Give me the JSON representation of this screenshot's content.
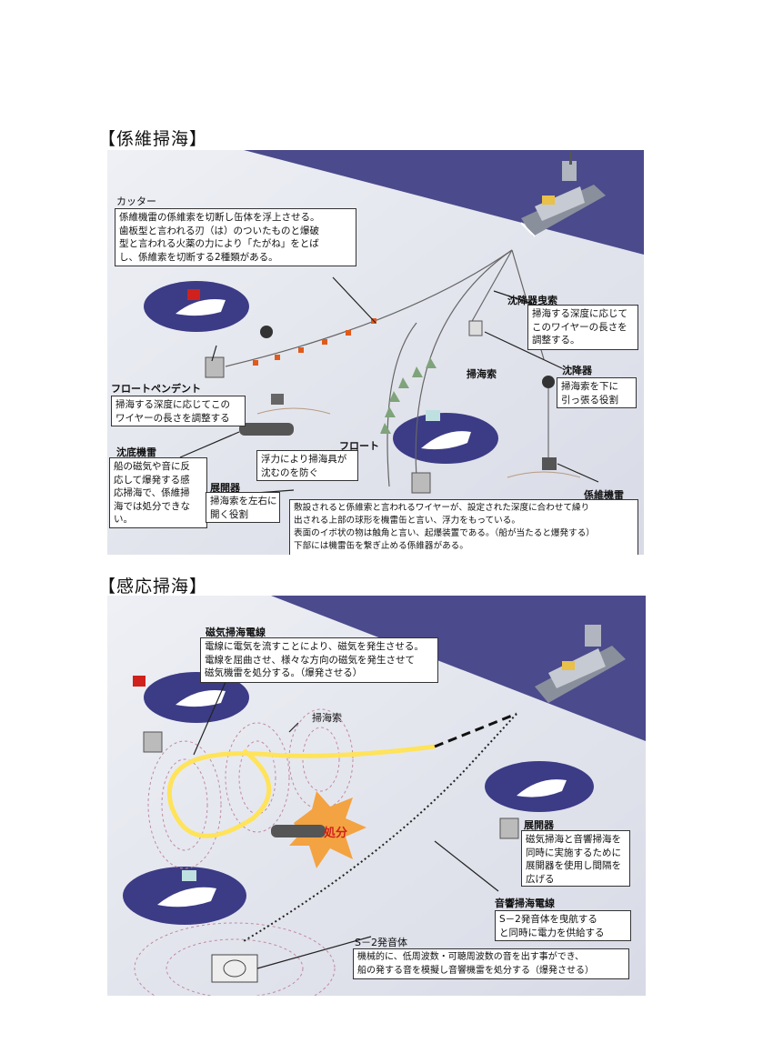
{
  "section1": {
    "heading": "【係維掃海】",
    "cutter_label": "カッター",
    "cutter_lines": [
      "係維機雷の係維索を切断し缶体を浮上させる。",
      "歯板型と言われる刃（は）のついたものと爆破",
      "型と言われる火薬の力により「たがね」をとば",
      "し、係維索を切断する2種類がある。"
    ],
    "sinker_rope_label": "沈降器曳索",
    "sinker_rope_lines": [
      "掃海する深度に応じて",
      "このワイヤーの長さを",
      "調整する。"
    ],
    "sweep_wire_label": "掃海索",
    "sinker_label": "沈降器",
    "sinker_lines": [
      "掃海索を下に",
      "引っ張る役割"
    ],
    "float_pendant_label": "フロートペンデント",
    "float_pendant_lines": [
      "掃海する深度に応じてこの",
      "ワイヤーの長さを調整する"
    ],
    "float_label": "フロート",
    "float_lines": [
      "浮力により掃海具が",
      "沈むのを防ぐ"
    ],
    "bottom_mine_label": "沈底機雷",
    "bottom_mine_lines": [
      "船の磁気や音に反",
      "応して爆発する感",
      "応掃海で、係維掃",
      "海では処分できな",
      "い。"
    ],
    "otter_label": "展開器",
    "otter_lines": [
      "掃海索を左右に",
      "開く役割"
    ],
    "moored_mine_label": "係維機雷",
    "moored_mine_lines": [
      "敷設されると係維索と言われるワイヤーが、設定された深度に合わせて繰り",
      "出される上部の球形を機雷缶と言い、浮力をもっている。",
      "表面のイボ状の物は触角と言い、起爆装置である。（船が当たると爆発する）",
      "下部には機雷缶を繋ぎ止める係維器がある。"
    ]
  },
  "section2": {
    "heading": "【感応掃海】",
    "magnetic_label": "磁気掃海電線",
    "magnetic_lines": [
      "電線に電気を流すことにより、磁気を発生させる。",
      "電線を屈曲させ、様々な方向の磁気を発生させて",
      "磁気機雷を処分する。（爆発させる）"
    ],
    "sweep_wire_label": "掃海索",
    "disposal_label": "処分",
    "otter_label": "展開器",
    "otter_lines": [
      "磁気掃海と音響掃海を",
      "同時に実施するために",
      "展開器を使用し間隔を",
      "広げる"
    ],
    "acoustic_label": "音響掃海電線",
    "acoustic_lines": [
      "S－2発音体を曳航する",
      "と同時に電力を供給する"
    ],
    "s2_label": "S－2発音体",
    "s2_lines": [
      "機械的に、低周波数・可聴周波数の音を出す事ができ、",
      "船の発する音を模擬し音響機雷を処分する（爆発させる）"
    ]
  },
  "colors": {
    "sea_light": "#e6e7ef",
    "sea_dark": "#4b4a8c",
    "flag_red": "#d0211c",
    "wire_yellow": "#ffe35a",
    "explosion": "#f3a341"
  }
}
